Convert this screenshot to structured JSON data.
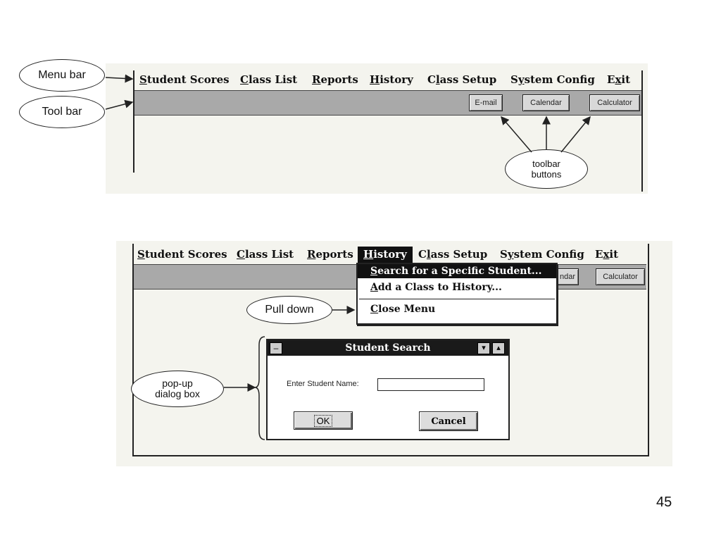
{
  "slide": {
    "page_number": "45"
  },
  "panel1": {
    "callouts": {
      "menu_bar": "Menu bar",
      "tool_bar": "Tool bar",
      "toolbar_buttons": "toolbar buttons"
    },
    "menu": [
      {
        "first": "S",
        "rest": "tudent Scores"
      },
      {
        "first": "C",
        "rest": "lass List"
      },
      {
        "first": "R",
        "rest": "eports"
      },
      {
        "first": "H",
        "rest": "istory"
      },
      {
        "first": "C",
        "pre": "C",
        "mid": "l",
        "rest": "ass Setup"
      },
      {
        "pre": "S",
        "mid": "y",
        "rest": "stem Config"
      },
      {
        "pre": "E",
        "mid": "x",
        "rest": "it"
      }
    ],
    "toolbar_buttons": [
      "E-mail",
      "Calendar",
      "Calculator"
    ]
  },
  "panel2": {
    "callouts": {
      "pull_down": "Pull down",
      "popup": "pop-up dialog box"
    },
    "menu": [
      {
        "first": "S",
        "rest": "tudent Scores"
      },
      {
        "first": "C",
        "rest": "lass List"
      },
      {
        "first": "R",
        "rest": "eports"
      },
      {
        "first": "H",
        "rest": "istory"
      },
      {
        "pre": "C",
        "mid": "l",
        "rest": "ass Setup"
      },
      {
        "pre": "S",
        "mid": "y",
        "rest": "stem Config"
      },
      {
        "pre": "E",
        "mid": "x",
        "rest": "it"
      }
    ],
    "toolbar_visible": [
      "ndar",
      "Calculator"
    ],
    "dropdown": [
      {
        "first": "S",
        "rest": "earch for a Specific Student..."
      },
      {
        "first": "A",
        "rest": "dd a Class to History..."
      },
      {
        "first": "C",
        "rest": "lose Menu"
      }
    ],
    "dialog": {
      "title": "Student Search",
      "field_label": "Enter Student Name:",
      "field_value": "",
      "ok_label": "OK",
      "cancel_label": "Cancel",
      "system_menu_glyph": "–",
      "minimize_glyph": "▾",
      "maximize_glyph": "▴"
    }
  }
}
